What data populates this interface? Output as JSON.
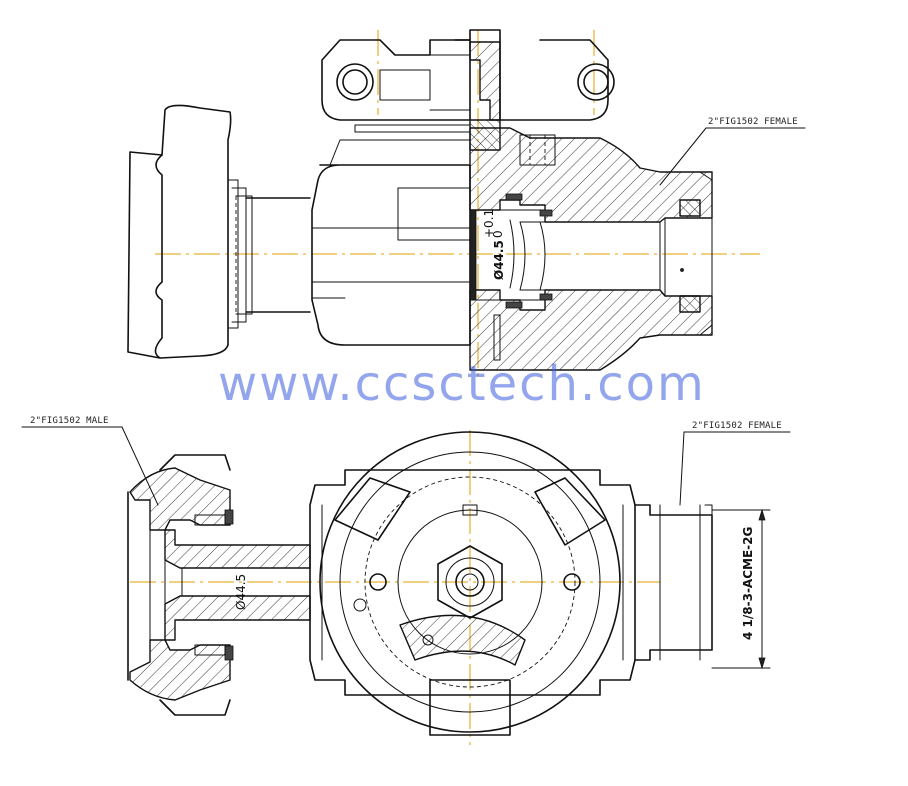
{
  "labels": {
    "top_female": "2\"FIG1502 FEMALE",
    "bottom_male": "2\"FIG1502 MALE",
    "bottom_female": "2\"FIG1502 FEMALE"
  },
  "dimensions": {
    "bore_top": "Ø44.5",
    "bore_top_tolerance_upper": "+0.1",
    "bore_top_tolerance_lower": "0",
    "bore_bottom": "Ø44.5",
    "thread": "4 1/8-3-ACME-2G"
  },
  "watermark": "www.ccsctech.com",
  "colors": {
    "centerline": "#e0a200",
    "watermark": "#3a5bdc",
    "ink": "#111111"
  }
}
